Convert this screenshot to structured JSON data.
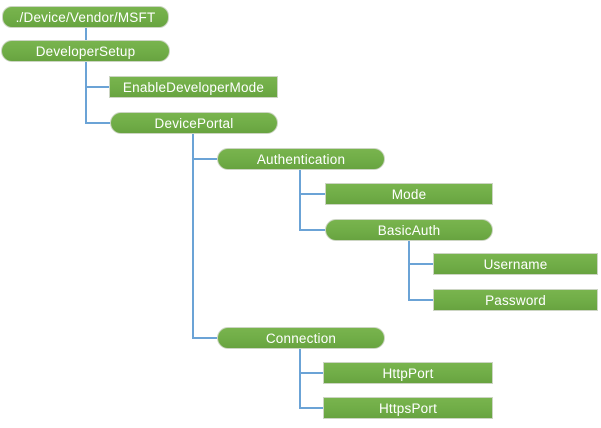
{
  "diagram": {
    "description": "Hierarchy tree of the DeveloperSetup configuration service provider",
    "colors": {
      "node_fill_green": "#70AD47",
      "node_border": "#CCD5C3",
      "connector_blue": "#6BA3D6",
      "text": "#FFFFFF",
      "background": "#FFFFFF"
    },
    "nodes": [
      {
        "label": "./Device/Vendor/MSFT"
      },
      {
        "label": "DeveloperSetup"
      },
      {
        "label": "EnableDeveloperMode"
      },
      {
        "label": "DevicePortal"
      },
      {
        "label": "Authentication"
      },
      {
        "label": "Mode"
      },
      {
        "label": "BasicAuth"
      },
      {
        "label": "Username"
      },
      {
        "label": "Password"
      },
      {
        "label": "Connection"
      },
      {
        "label": "HttpPort"
      },
      {
        "label": "HttpsPort"
      }
    ]
  }
}
